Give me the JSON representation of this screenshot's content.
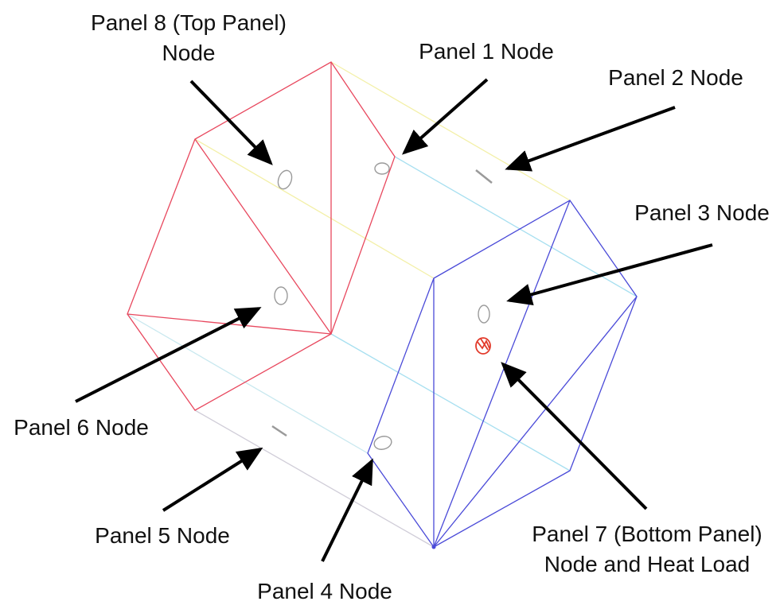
{
  "labels": {
    "panel8_line1": "Panel 8 (Top Panel)",
    "panel8_line2": "Node",
    "panel1": "Panel 1 Node",
    "panel2": "Panel 2 Node",
    "panel3": "Panel 3 Node",
    "panel6": "Panel 6 Node",
    "panel5": "Panel 5 Node",
    "panel4": "Panel 4 Node",
    "panel7_line1": "Panel 7 (Bottom Panel)",
    "panel7_line2": "Node and Heat Load"
  },
  "colors": {
    "left_hexagon": "#e8485e",
    "right_hexagon": "#4a4ad8",
    "connector_top": "#f3f0a8",
    "connector_mid": "#a6dff0",
    "connector_low": "#c8e8ef",
    "connector_bottom": "#d0cdd8",
    "node_outline": "#9a9a9a",
    "heat_load": "#e23a2a",
    "arrow": "#000000"
  }
}
